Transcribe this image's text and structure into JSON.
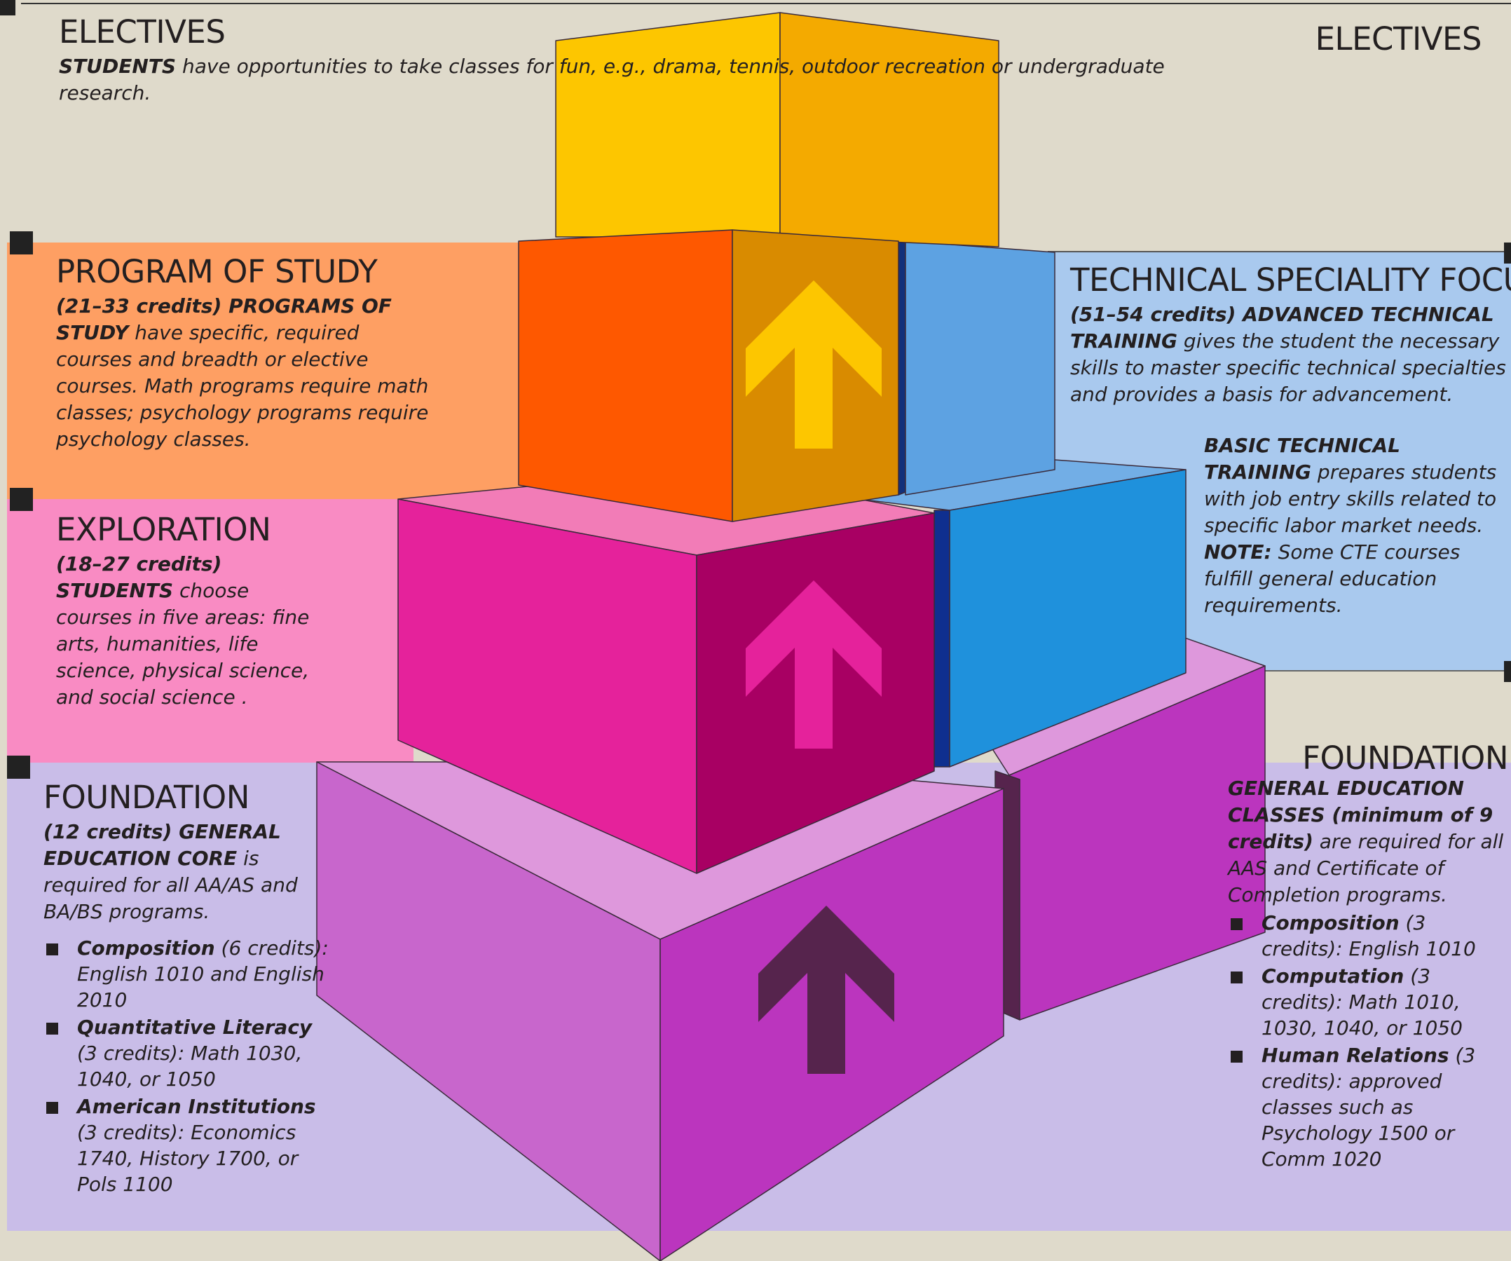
{
  "colors": {
    "background": "#dfdacb",
    "electives": "#fdc600",
    "program_band": "#fe9f63",
    "exploration_band": "#f98bc3",
    "technical_band": "#a9c9ee",
    "foundation_band": "#c9bde8"
  },
  "electives": {
    "heading_left": "ELECTIVES",
    "heading_right": "ELECTIVES",
    "lead": "STUDENTS",
    "text": " have opportunities to take classes for fun, e.g., drama, tennis, outdoor recreation or undergraduate research."
  },
  "program": {
    "heading": "PROGRAM OF STUDY",
    "lead": "(21–33 credits)  PROGRAMS OF STUDY",
    "text": " have specific, required courses and breadth or elective courses. Math programs require math classes; psychology programs require psychology classes."
  },
  "exploration": {
    "heading": "EXPLORATION",
    "lead": "(18–27 credits)  STUDENTS",
    "text": " choose courses in five areas: fine arts, humanities, life science, physical science, and social science ."
  },
  "foundation_left": {
    "heading": "FOUNDATION",
    "lead": "(12 credits)  GENERAL EDUCATION CORE",
    "text": " is required for all AA/AS and BA/BS programs.",
    "items": [
      {
        "bold": "Composition",
        "text": " (6 credits): English 1010 and English 2010"
      },
      {
        "bold": "Quantitative Literacy",
        "text": " (3 credits): Math 1030, 1040, or 1050"
      },
      {
        "bold": "American Institutions",
        "text": " (3 credits): Economics 1740, History 1700, or Pols 1100"
      }
    ]
  },
  "technical": {
    "heading": "TECHNICAL SPECIALITY FOCUS",
    "lead": "(51–54 credits) ADVANCED TECHNICAL TRAINING",
    "text": " gives the student the necessary skills to master specific technical specialties and provides a basis for advancement.",
    "basic_lead": "BASIC TECHNICAL TRAINING",
    "basic_text": " prepares students with job entry skills related to specific labor market needs. ",
    "note_label": "NOTE:",
    "note_text": " Some CTE courses fulfill general education requirements."
  },
  "foundation_right": {
    "heading": "FOUNDATION",
    "lead": "GENERAL EDUCATION CLASSES (minimum of 9 credits)",
    "text": "  are required for all AAS and Certificate of Completion programs.",
    "items": [
      {
        "bold": "Composition",
        "text": " (3 credits): English 1010"
      },
      {
        "bold": "Computation",
        "text": " (3 credits): Math 1010, 1030, 1040, or 1050"
      },
      {
        "bold": "Human Relations",
        "text": " (3 credits): approved classes such as Psychology 1500 or Comm 1020"
      }
    ]
  }
}
